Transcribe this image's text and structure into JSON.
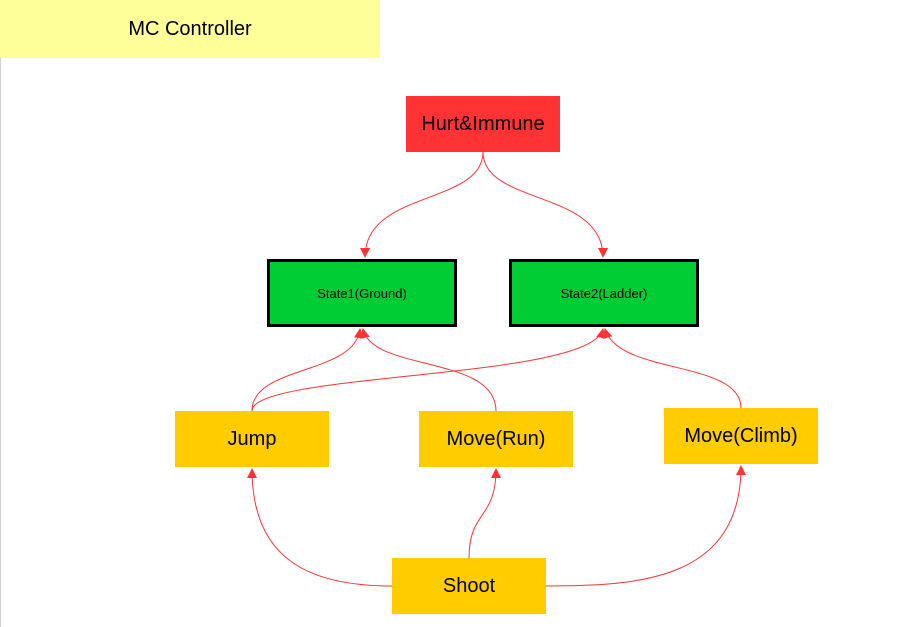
{
  "title": "MC Controller",
  "colors": {
    "title_band": "#ffff99",
    "hurt": "#ff3333",
    "state": "#00cc33",
    "action": "#ffcc00",
    "edge": "#ff3333"
  },
  "nodes": {
    "hurt": "Hurt&Immune",
    "state1": "State1(Ground)",
    "state2": "State2(Ladder)",
    "jump": "Jump",
    "run": "Move(Run)",
    "climb": "Move(Climb)",
    "shoot": "Shoot"
  },
  "edges": [
    {
      "from": "hurt",
      "to": "state1"
    },
    {
      "from": "hurt",
      "to": "state2"
    },
    {
      "from": "jump",
      "to": "state1"
    },
    {
      "from": "jump",
      "to": "state2"
    },
    {
      "from": "run",
      "to": "state1"
    },
    {
      "from": "climb",
      "to": "state2"
    },
    {
      "from": "shoot",
      "to": "jump"
    },
    {
      "from": "shoot",
      "to": "run"
    },
    {
      "from": "shoot",
      "to": "climb"
    }
  ]
}
